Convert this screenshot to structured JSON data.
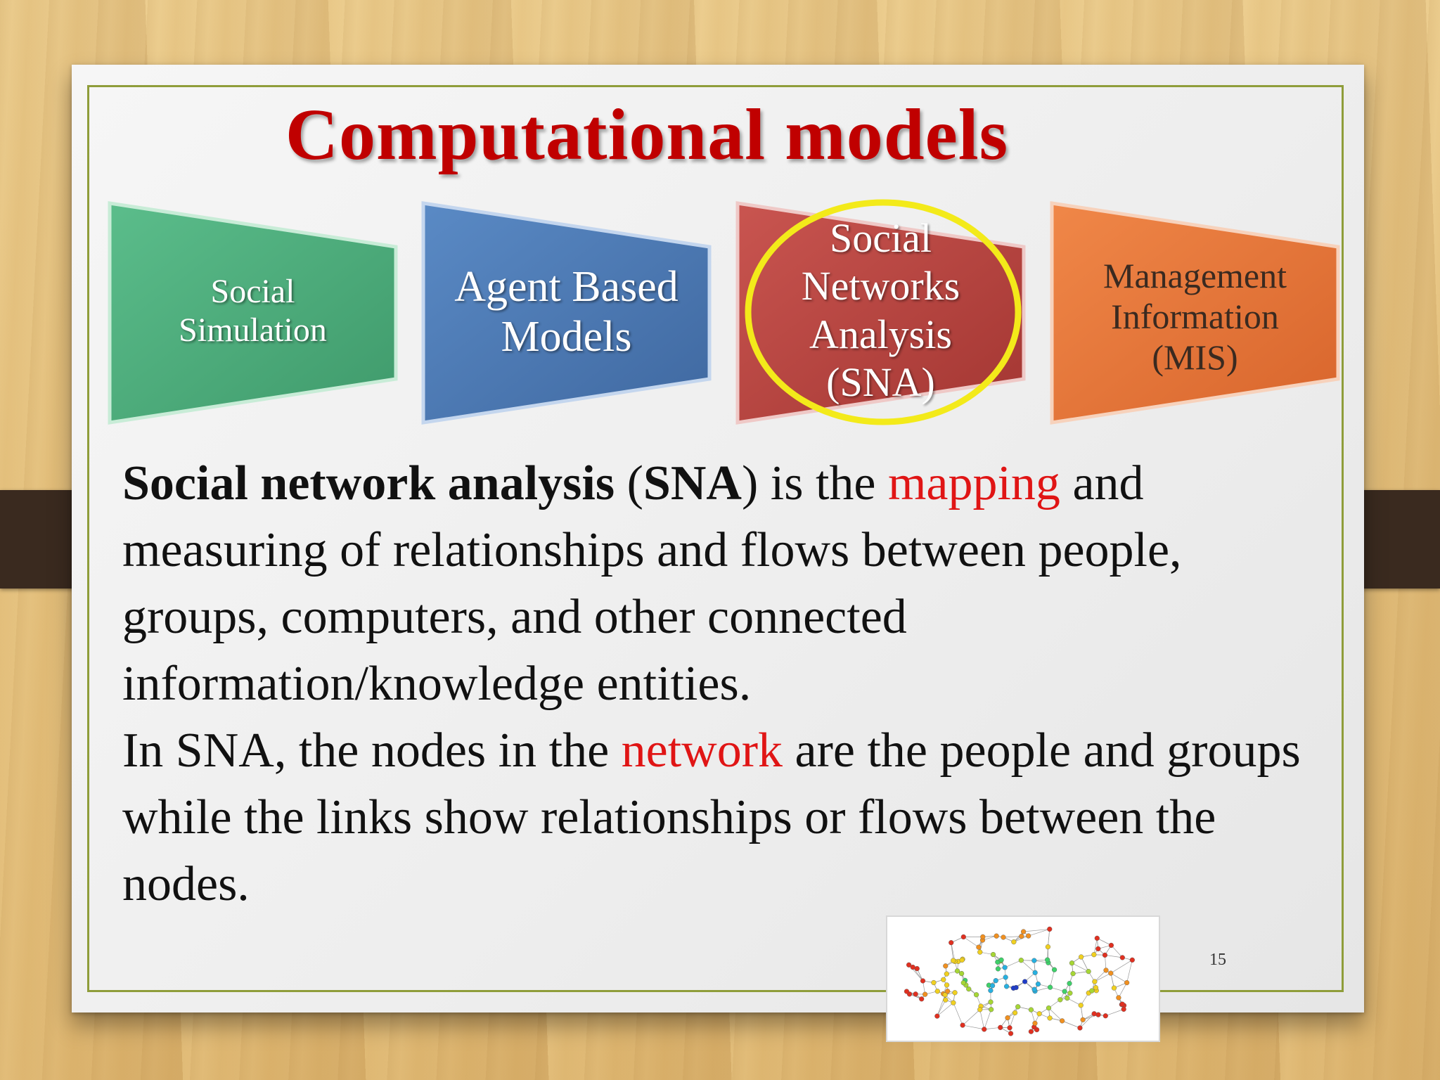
{
  "slide": {
    "title": "Computational models",
    "page_number": "15"
  },
  "chevrons": [
    {
      "lines": [
        "Social",
        "Simulation"
      ],
      "color": "#4caa7a"
    },
    {
      "lines": [
        "Agent Based",
        "Models"
      ],
      "color": "#4a78b3"
    },
    {
      "lines": [
        "Social",
        "Networks",
        "Analysis",
        "(SNA)"
      ],
      "color": "#b8403c"
    },
    {
      "lines": [
        "Management",
        "Information",
        "(MIS)"
      ],
      "color": "#e6743a"
    }
  ],
  "body": {
    "p1_bold1": "Social network analysis",
    "p1_t1": " (",
    "p1_bold2": "SNA",
    "p1_t2": ") is the ",
    "p1_red": "mapping",
    "p1_t3": " and measuring of  relationships and flows between people, groups, computers, and other connected information/knowledge entities.",
    "p2_t1": "In SNA, the nodes in the ",
    "p2_red": "network",
    "p2_t2": " are the people and groups while the links show relationships or flows between the nodes."
  },
  "colors": {
    "title": "#c00000",
    "highlight_ring": "#f3ea1a",
    "frame": "#8f9d3a",
    "emphasis": "#e01515"
  },
  "icons": [
    "network-graph-image"
  ]
}
